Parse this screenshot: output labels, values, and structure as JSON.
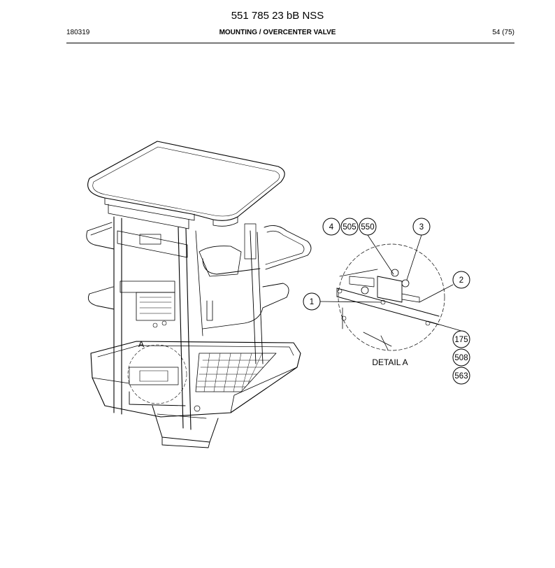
{
  "header": {
    "title": "551 785 23 bB NSS",
    "date_code": "180319",
    "section": "MOUNTING / OVERCENTER VALVE",
    "page": "54 (75)"
  },
  "drawing": {
    "view_label": "A",
    "detail_label": "DETAIL A",
    "callouts": [
      "4",
      "505",
      "550",
      "3",
      "2",
      "1",
      "175",
      "508",
      "563"
    ]
  }
}
